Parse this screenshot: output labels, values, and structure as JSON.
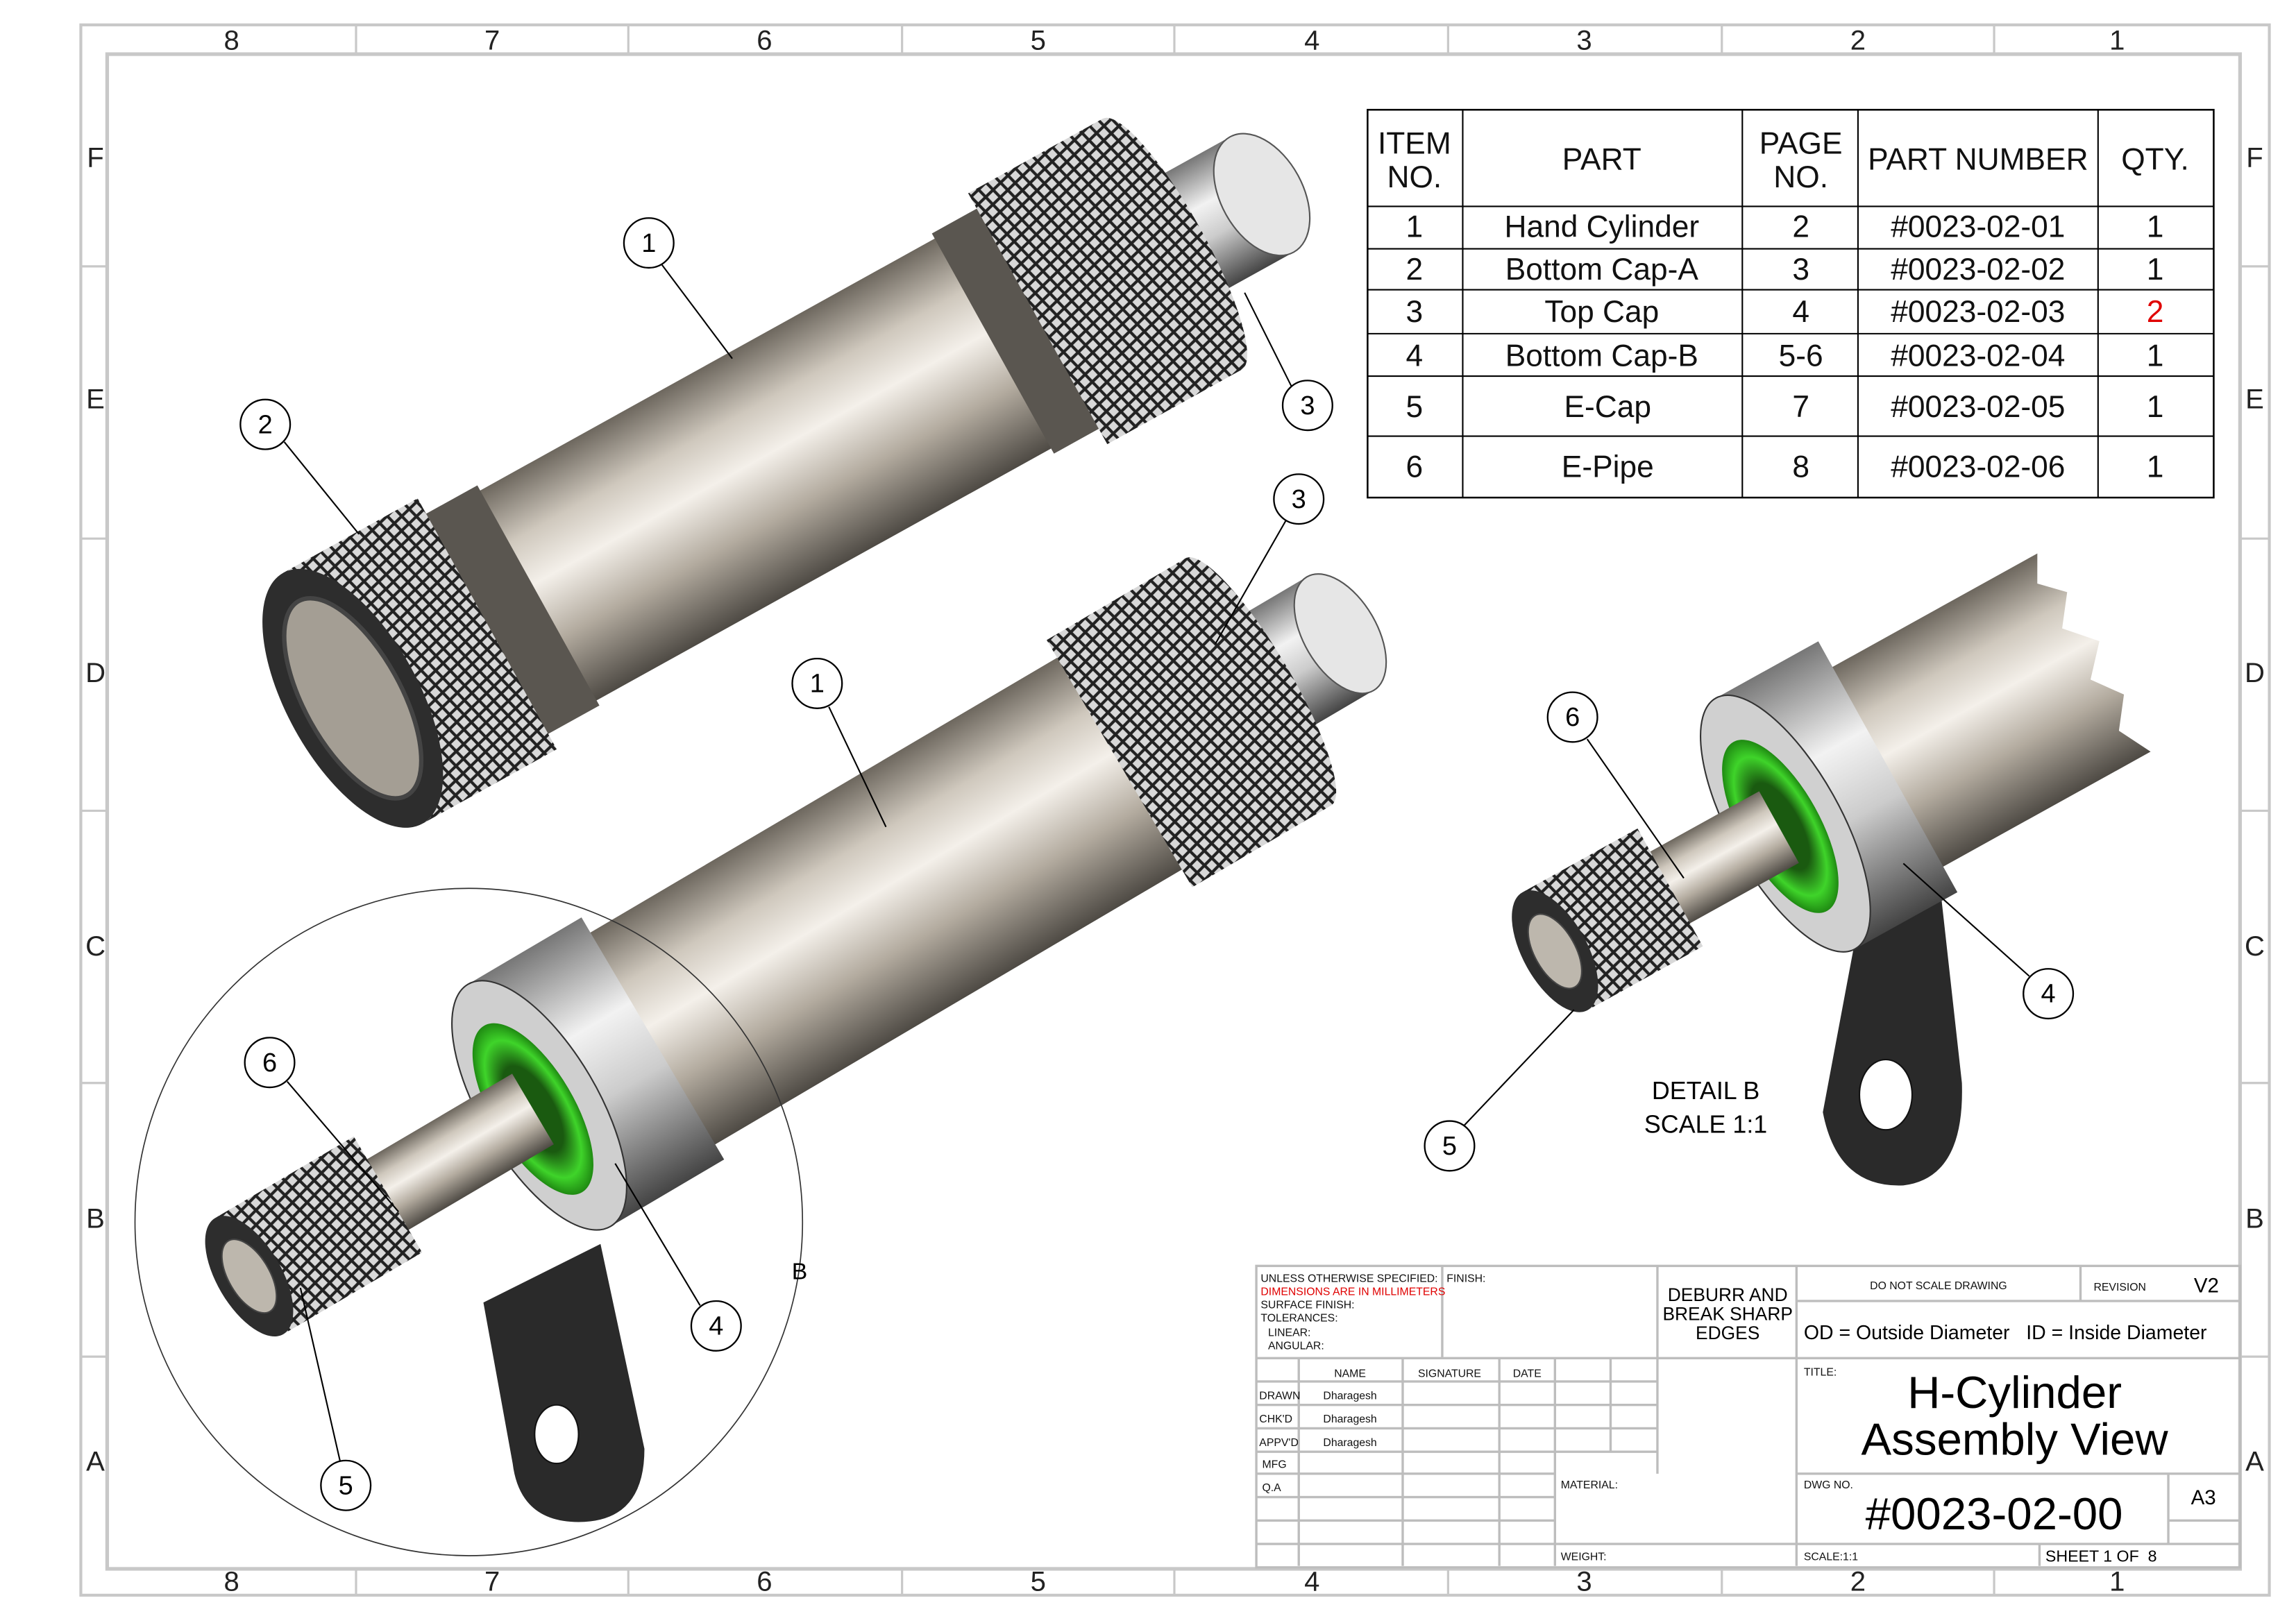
{
  "zones": {
    "columns": [
      "8",
      "7",
      "6",
      "5",
      "4",
      "3",
      "2",
      "1"
    ],
    "rows": [
      "F",
      "E",
      "D",
      "C",
      "B",
      "A"
    ]
  },
  "bom": {
    "headers": {
      "item": [
        "ITEM",
        "NO."
      ],
      "part": "PART",
      "page": [
        "PAGE",
        "NO."
      ],
      "part_number": "PART NUMBER",
      "qty": "QTY."
    },
    "rows": [
      {
        "item": "1",
        "part": "Hand Cylinder",
        "page": "2",
        "part_number": "#0023-02-01",
        "qty": "1"
      },
      {
        "item": "2",
        "part": "Bottom Cap-A",
        "page": "3",
        "part_number": "#0023-02-02",
        "qty": "1"
      },
      {
        "item": "3",
        "part": "Top Cap",
        "page": "4",
        "part_number": "#0023-02-03",
        "qty": "2"
      },
      {
        "item": "4",
        "part": "Bottom Cap-B",
        "page": "5-6",
        "part_number": "#0023-02-04",
        "qty": "1"
      },
      {
        "item": "5",
        "part": "E-Cap",
        "page": "7",
        "part_number": "#0023-02-05",
        "qty": "1"
      },
      {
        "item": "6",
        "part": "E-Pipe",
        "page": "8",
        "part_number": "#0023-02-06",
        "qty": "1"
      }
    ],
    "highlight_color": "#e00000"
  },
  "balloons": {
    "top": [
      "1",
      "2",
      "3"
    ],
    "assembly": [
      "3",
      "1",
      "6",
      "4",
      "5"
    ],
    "detail": [
      "6",
      "4",
      "5"
    ]
  },
  "detail": {
    "marker": "B",
    "label": "DETAIL B",
    "scale": "SCALE 1:1"
  },
  "title_block": {
    "unless": "UNLESS OTHERWISE SPECIFIED:",
    "dims": "DIMENSIONS ARE IN MILLIMETERS",
    "surface": "SURFACE FINISH:",
    "tol": "TOLERANCES:",
    "linear": "LINEAR:",
    "angular": "ANGULAR:",
    "finish": "FINISH:",
    "deburr": [
      "DEBURR AND",
      "BREAK SHARP",
      "EDGES"
    ],
    "no_scale": "DO NOT SCALE DRAWING",
    "revision_label": "REVISION",
    "revision": "V2",
    "note": "OD = Outside Diameter   ID = Inside Diameter",
    "cols": {
      "name": "NAME",
      "signature": "SIGNATURE",
      "date": "DATE"
    },
    "roles": [
      {
        "role": "DRAWN",
        "name": "Dharagesh"
      },
      {
        "role": "CHK'D",
        "name": "Dharagesh"
      },
      {
        "role": "APPV'D",
        "name": "Dharagesh"
      },
      {
        "role": "MFG",
        "name": ""
      },
      {
        "role": "Q.A",
        "name": ""
      }
    ],
    "title_label": "TITLE:",
    "title": [
      "H-Cylinder",
      "Assembly View"
    ],
    "material": "MATERIAL:",
    "dwg_label": "DWG NO.",
    "dwg_no": "#0023-02-00",
    "size": "A3",
    "weight": "WEIGHT:",
    "scale": "SCALE:1:1",
    "sheet": "SHEET 1 OF  8"
  }
}
